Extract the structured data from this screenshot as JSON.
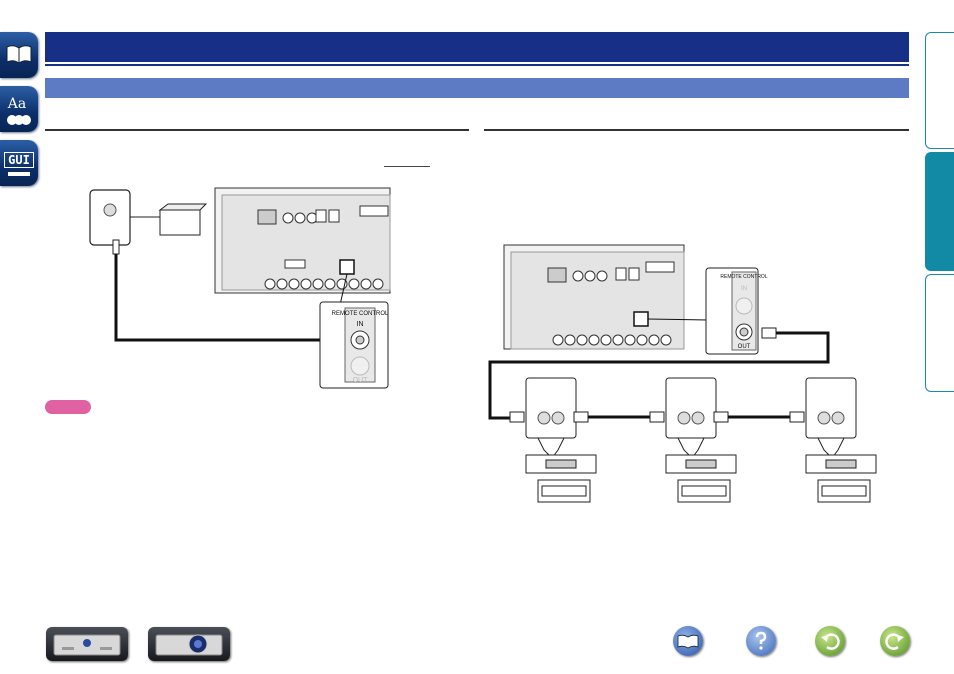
{
  "side_tabs": [
    {
      "name": "contents",
      "icon": "book-icon"
    },
    {
      "name": "index",
      "icon": "abc-icon",
      "label": "Aa"
    },
    {
      "name": "gui",
      "icon": "gui-icon",
      "label": "GUI"
    }
  ],
  "colors": {
    "title_bar": "#172f86",
    "section_bar": "#5c7bc4",
    "note_badge": "#e062a2",
    "tab_active": "#138aa5",
    "cable": "#111111"
  },
  "diagram_left": {
    "panel_label": "REMOTE CONTROL",
    "port_in": "IN",
    "port_out": "OUT"
  },
  "diagram_right": {
    "panel_label": "REMOTE CONTROL",
    "port_in": "IN",
    "port_out": "OUT"
  },
  "bottom_nav": [
    {
      "name": "front-panel-button",
      "icon": "amplifier-front-icon"
    },
    {
      "name": "rear-panel-button",
      "icon": "amplifier-rear-icon"
    },
    {
      "name": "contents-button",
      "icon": "book-icon"
    },
    {
      "name": "help-button",
      "icon": "question-icon"
    },
    {
      "name": "back-button",
      "icon": "back-arrow-icon"
    },
    {
      "name": "forward-button",
      "icon": "forward-arrow-icon"
    }
  ]
}
